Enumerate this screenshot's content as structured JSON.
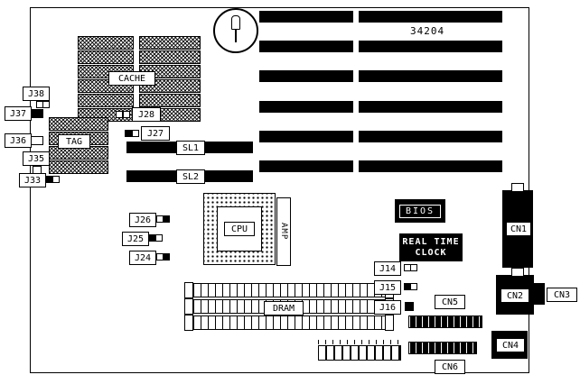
{
  "part_number": "34204",
  "chips": {
    "cache": "CACHE",
    "tag": "TAG",
    "cpu": "CPU",
    "amp": "AMP",
    "dram": "DRAM",
    "bios": "BIOS",
    "rtc_line1": "REAL TIME",
    "rtc_line2": "CLOCK"
  },
  "slots": {
    "sl1": "SL1",
    "sl2": "SL2"
  },
  "jumpers": {
    "j14": "J14",
    "j15": "J15",
    "j16": "J16",
    "j24": "J24",
    "j25": "J25",
    "j26": "J26",
    "j27": "J27",
    "j28": "J28",
    "j33": "J33",
    "j35": "J35",
    "j36": "J36",
    "j37": "J37",
    "j38": "J38"
  },
  "connectors": {
    "cn1": "CN1",
    "cn2": "CN2",
    "cn3": "CN3",
    "cn4": "CN4",
    "cn5": "CN5",
    "cn6": "CN6"
  }
}
